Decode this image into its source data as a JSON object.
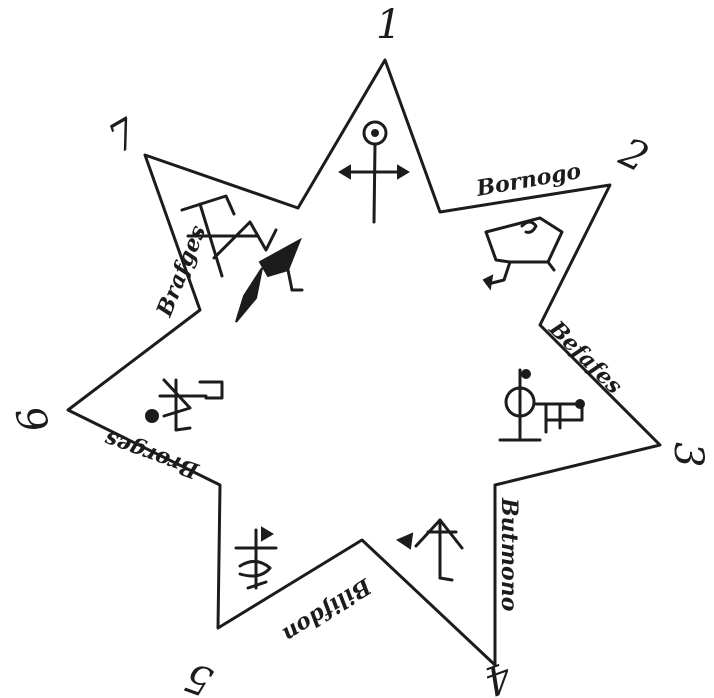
{
  "vertex_numbers": [
    "1",
    "2",
    "3",
    "4",
    "5",
    "6",
    "7"
  ],
  "side_names": [
    "Bornogo",
    "Befafes",
    "Butmono",
    "Bilifdon",
    "Brorges",
    "Brafges"
  ],
  "glyphs": [
    "sigil-1",
    "sigil-2",
    "sigil-3",
    "sigil-4",
    "sigil-5",
    "sigil-6",
    "sigil-7"
  ],
  "colors": {
    "ink": "#1c1c1c",
    "paper": "#ffffff"
  }
}
